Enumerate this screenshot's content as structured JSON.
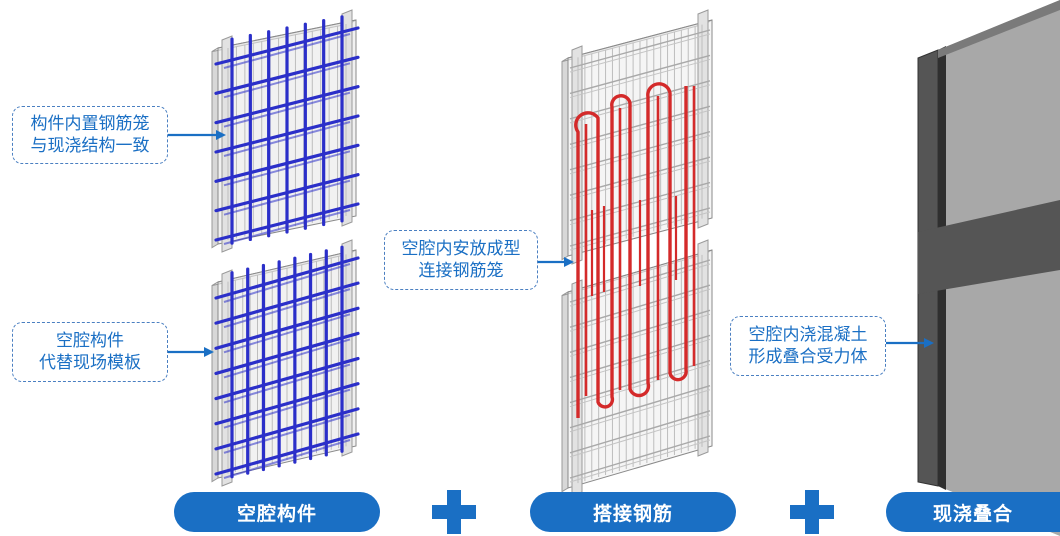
{
  "colors": {
    "accent": "#1a6fc4",
    "rebar_blue": "#2b2fc9",
    "rebar_red": "#d42a2a",
    "panel_gray": "#e6e6e6",
    "concrete_gray": "#a8a8a8",
    "concrete_dark": "#555555"
  },
  "callouts": {
    "c1": [
      "构件内置钢筋笼",
      "与现浇结构一致"
    ],
    "c2": [
      "空腔构件",
      "代替现场模板"
    ],
    "c3": [
      "空腔内安放成型",
      "连接钢筋笼"
    ],
    "c4": [
      "空腔内浇混凝土",
      "形成叠合受力体"
    ]
  },
  "labels": {
    "step1": "空腔构件",
    "step2": "搭接钢筋",
    "step3": "现浇叠合"
  },
  "icons": {
    "plus": "plus-icon"
  }
}
